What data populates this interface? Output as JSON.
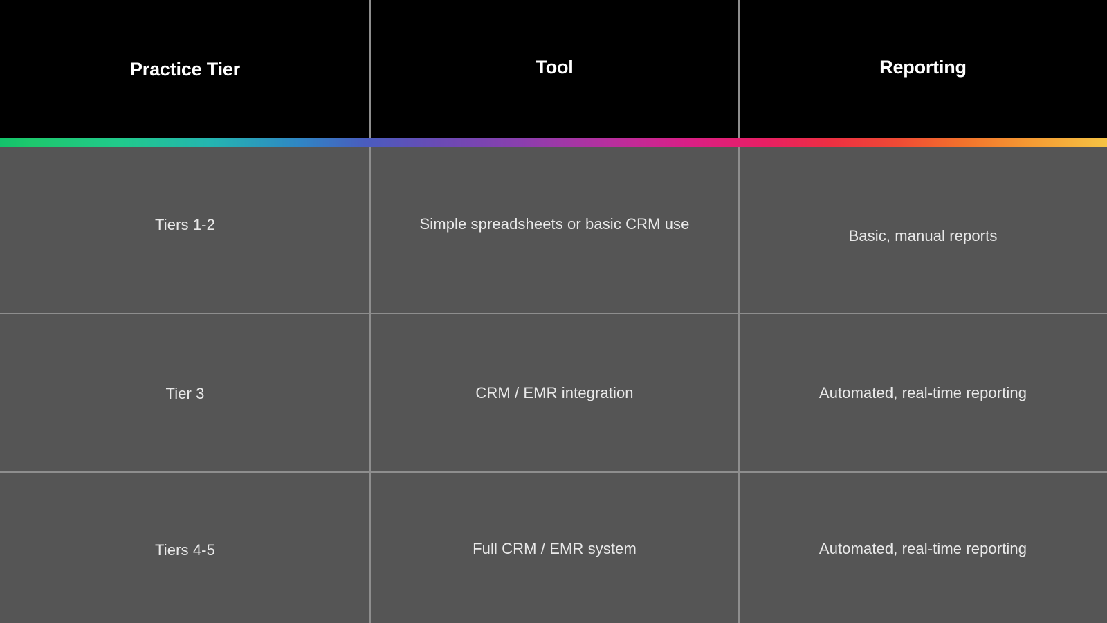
{
  "table": {
    "columns": [
      {
        "key": "practice_tier",
        "label": "Practice Tier"
      },
      {
        "key": "tool",
        "label": "Tool"
      },
      {
        "key": "reporting",
        "label": "Reporting"
      }
    ],
    "rows": [
      {
        "practice_tier": "Tiers 1-2",
        "tool": "Simple spreadsheets or basic CRM use",
        "reporting": "Basic, manual reports"
      },
      {
        "practice_tier": "Tier 3",
        "tool": "CRM / EMR integration",
        "reporting": "Automated, real-time reporting"
      },
      {
        "practice_tier": "Tiers 4-5",
        "tool": "Full CRM / EMR system",
        "reporting": "Automated, real-time reporting"
      }
    ]
  },
  "style": {
    "header_background": "#000000",
    "header_text_color": "#ffffff",
    "body_background": "#555555",
    "body_text_color": "#e9e9e9",
    "grid_line_color": "#8e8e8e",
    "accent_gradient": [
      "#13c36b",
      "#1ec86e",
      "#21c98c",
      "#24b5b0",
      "#2f86c4",
      "#4a5cbe",
      "#6c4ab4",
      "#8a3fae",
      "#b72f9e",
      "#d91f86",
      "#e81f64",
      "#ed2f42",
      "#ef4a35",
      "#f2722c",
      "#f59a33",
      "#f5c344"
    ]
  }
}
